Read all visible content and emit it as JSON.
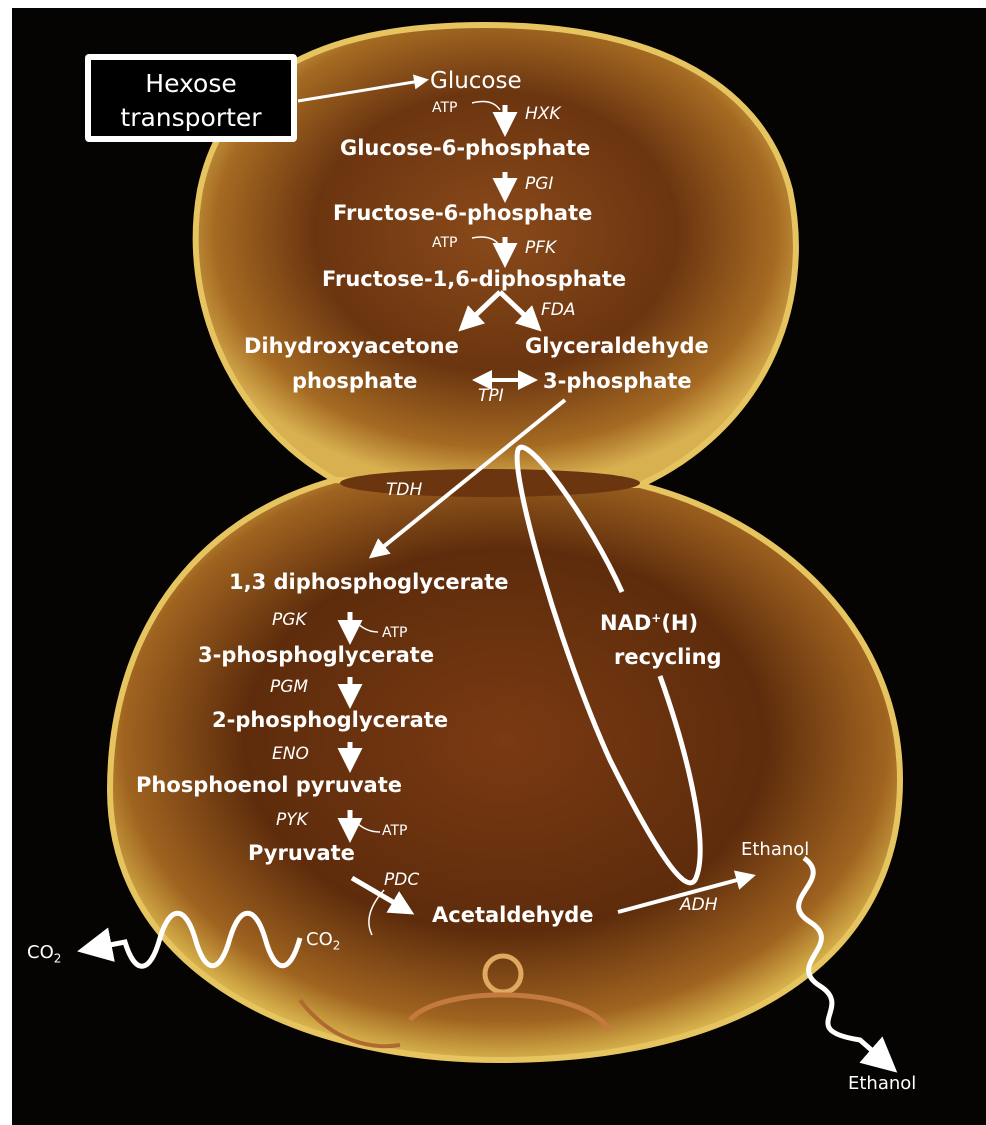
{
  "transporter": {
    "line1": "Hexose",
    "line2": "transporter"
  },
  "metabolites": {
    "glucose": "Glucose",
    "g6p": "Glucose-6-phosphate",
    "f6p": "Fructose-6-phosphate",
    "f16dp": "Fructose-1,6-diphosphate",
    "dhap_1": "Dihydroxyacetone",
    "dhap_2": "phosphate",
    "gap_1": "Glyceraldehyde",
    "gap_2": "3-phosphate",
    "bpg": "1,3 diphosphoglycerate",
    "pg3": "3-phosphoglycerate",
    "pg2": "2-phosphoglycerate",
    "pep": "Phosphoenol pyruvate",
    "pyruvate": "Pyruvate",
    "acetaldehyde": "Acetaldehyde"
  },
  "enzymes": {
    "hxk": "HXK",
    "pgi": "PGI",
    "pfk": "PFK",
    "fda": "FDA",
    "tpi": "TPI",
    "tdh": "TDH",
    "pgk": "PGK",
    "pgm": "PGM",
    "eno": "ENO",
    "pyk": "PYK",
    "pdc": "PDC",
    "adh": "ADH"
  },
  "cofactor": {
    "atp": "ATP"
  },
  "nad": {
    "line1_pre": "NAD",
    "line1_sup": "+",
    "line1_post": "(H)",
    "line2": "recycling"
  },
  "outputs": {
    "co2_base": "CO",
    "co2_sub": "2",
    "ethanol": "Ethanol"
  },
  "colors": {
    "background": "#050403",
    "cell_edge": "#c8a03c",
    "cell_inner": "#7a3a12",
    "text": "#ffffff"
  }
}
